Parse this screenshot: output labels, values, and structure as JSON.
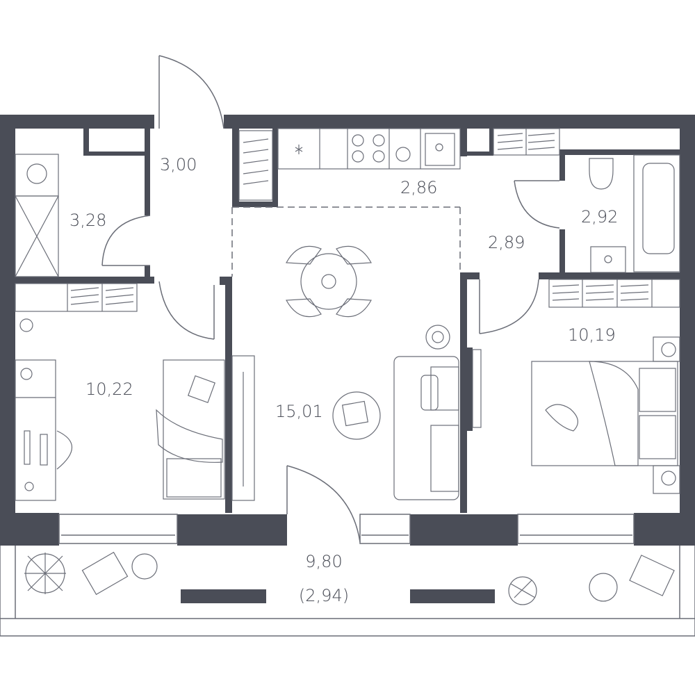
{
  "rooms": {
    "entrance": {
      "area": "3,00"
    },
    "laundry": {
      "area": "3,28"
    },
    "kitchen": {
      "area": "2,86"
    },
    "hall": {
      "area": "2,89"
    },
    "bathroom": {
      "area": "2,92"
    },
    "bedroom_left": {
      "area": "10,22"
    },
    "living": {
      "area": "15,01"
    },
    "bedroom_right": {
      "area": "10,19"
    },
    "balcony": {
      "area": "9,80",
      "area_reduced": "(2,94)"
    }
  },
  "colors": {
    "wall": "#4a4d57",
    "line": "#6a6d77",
    "background": "#ffffff"
  }
}
